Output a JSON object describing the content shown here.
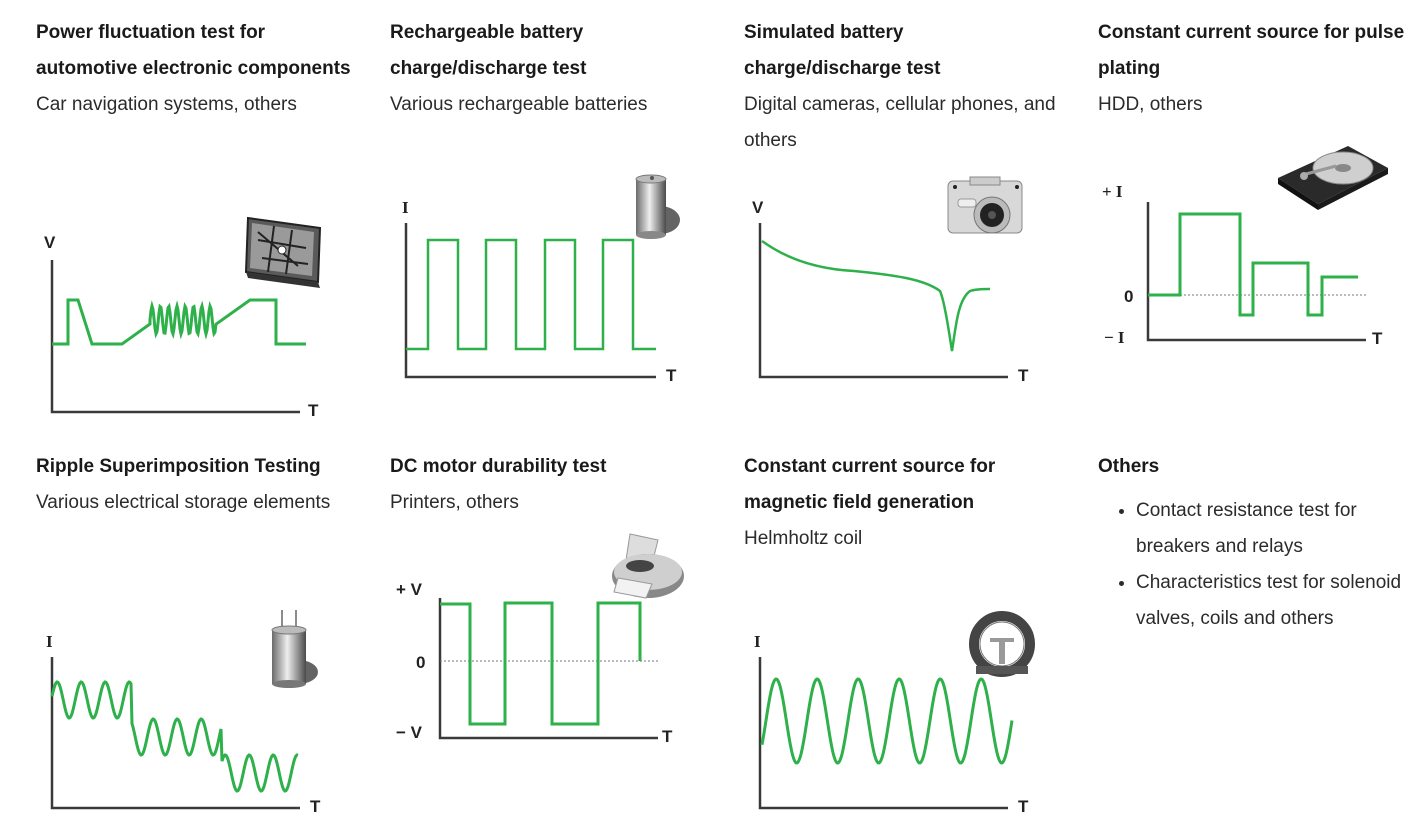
{
  "accent_color": "#2eb04a",
  "cards": [
    {
      "title": "Power fluctuation test for automotive electronic components",
      "subtitle": "Car navigation systems, others",
      "icon": "car-navigation-icon",
      "y_label": "V",
      "x_label": "T",
      "waveform": "power-fluctuation"
    },
    {
      "title": "Rechargeable battery charge/discharge test",
      "subtitle": "Various rechargeable batteries",
      "icon": "battery-icon",
      "y_label": "I",
      "x_label": "T",
      "waveform": "square-pulse"
    },
    {
      "title": "Simulated battery charge/discharge test",
      "subtitle": "Digital cameras, cellular phones, and others",
      "icon": "camera-icon",
      "y_label": "V",
      "x_label": "T",
      "waveform": "discharge-curve-with-dip"
    },
    {
      "title": "Constant current source for pulse plating",
      "subtitle": "HDD, others",
      "icon": "hard-disk-icon",
      "y_top_label": "+ I",
      "y_zero_label": "0",
      "y_bottom_label": "− I",
      "x_label": "T",
      "waveform": "bipolar-pulse"
    },
    {
      "title": "Ripple Superimposition Testing",
      "subtitle": "Various electrical storage elements",
      "icon": "capacitor-icon",
      "y_label": "I",
      "x_label": "T",
      "waveform": "stepped-ripple"
    },
    {
      "title": "DC motor durability test",
      "subtitle": "Printers, others",
      "icon": "printer-icon",
      "y_top_label": "+ V",
      "y_zero_label": "0",
      "y_bottom_label": "− V",
      "x_label": "T",
      "waveform": "bipolar-square"
    },
    {
      "title": "Constant current source for magnetic field generation",
      "subtitle": "Helmholtz coil",
      "icon": "helmholtz-coil-icon",
      "y_label": "I",
      "x_label": "T",
      "waveform": "sine"
    },
    {
      "title": "Others",
      "items": [
        "Contact resistance test for breakers and relays",
        "Characteristics test for solenoid valves, coils and others"
      ]
    }
  ]
}
